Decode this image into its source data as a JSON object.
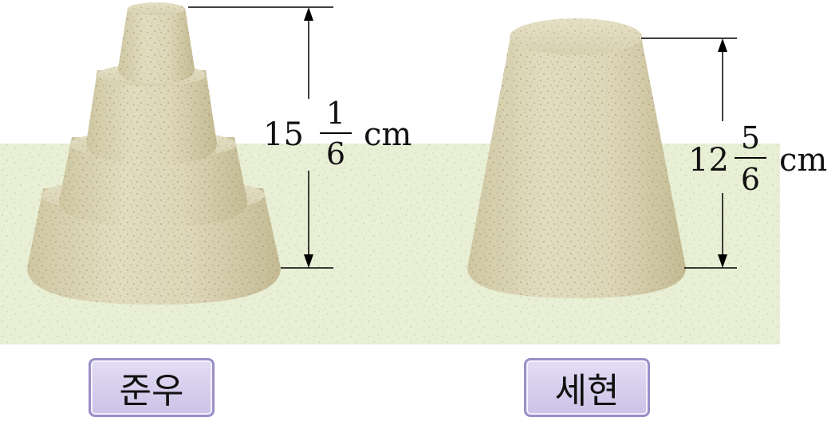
{
  "figures": [
    {
      "name": "준우",
      "height": {
        "whole": "15",
        "numerator": "1",
        "denominator": "6",
        "unit": "cm"
      }
    },
    {
      "name": "세현",
      "height": {
        "whole": "12",
        "numerator": "5",
        "denominator": "6",
        "unit": "cm"
      }
    }
  ],
  "colors": {
    "ground": "#e8efd5",
    "sand": "#d7d0ae",
    "sand_dark": "#b9b08a",
    "tag_border": "#9a8fc6",
    "tag_fill": "#d6cfee"
  }
}
